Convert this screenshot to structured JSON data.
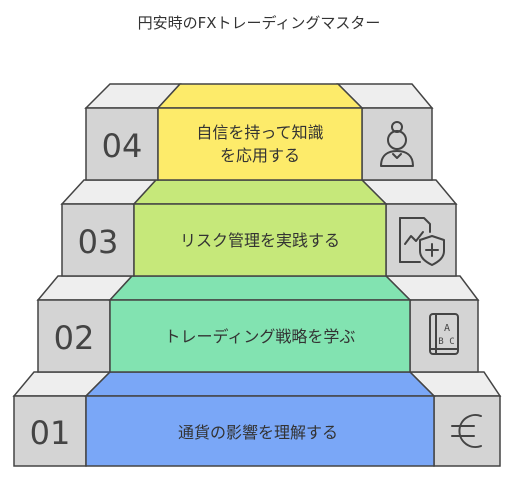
{
  "title": "円安時のFXトレーディングマスター",
  "steps": [
    {
      "number": "01",
      "label": "通貨の影響を理解する",
      "icon": "euro-icon",
      "color": "#7aa7f7"
    },
    {
      "number": "02",
      "label": "トレーディング戦略を学ぶ",
      "icon": "abc-book-icon",
      "color": "#82e3b1"
    },
    {
      "number": "03",
      "label": "リスク管理を実践する",
      "icon": "chart-shield-icon",
      "color": "#c6e87a"
    },
    {
      "number": "04",
      "label_lines": [
        "自信を持って知識",
        "を応用する"
      ],
      "icon": "person-icon",
      "color": "#fdeb6a"
    }
  ],
  "colors": {
    "side_box": "#d4d4d4",
    "side_box_top": "#eeeeee",
    "outline": "#444444"
  }
}
